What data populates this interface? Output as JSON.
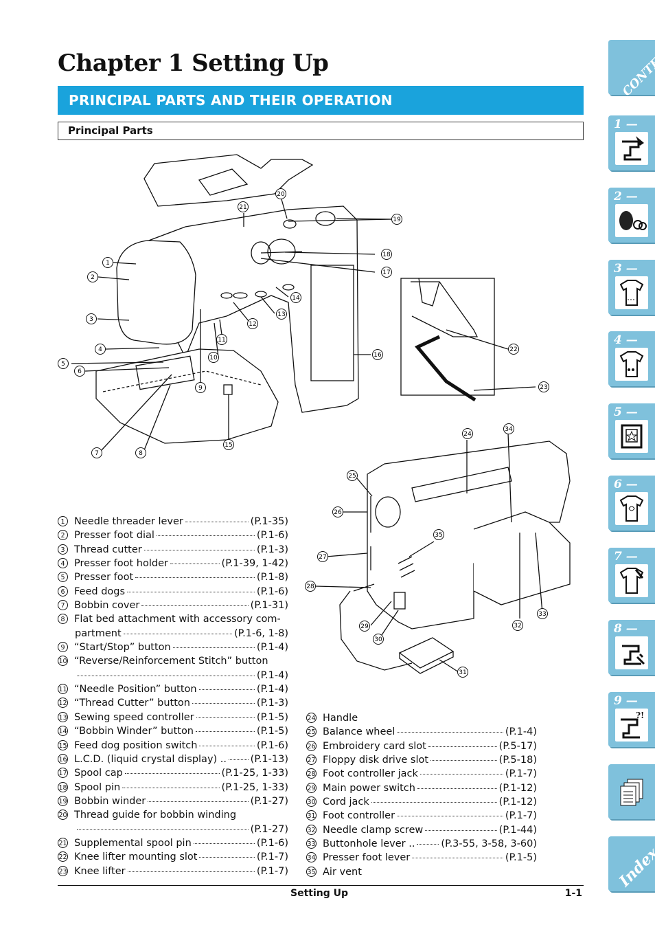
{
  "header": {
    "chapter_title": "Chapter 1  Setting Up",
    "section_title": "PRINCIPAL PARTS AND THEIR OPERATION",
    "subsection_title": "Principal Parts"
  },
  "tabs": [
    {
      "label": "CONTENTS",
      "icon": "contents-icon"
    },
    {
      "label": "1 —",
      "icon": "machine-setup-icon"
    },
    {
      "label": "2 —",
      "icon": "thread-spools-icon"
    },
    {
      "label": "3 —",
      "icon": "tshirt-stitch-icon"
    },
    {
      "label": "4 —",
      "icon": "tshirt-abc-icon"
    },
    {
      "label": "5 —",
      "icon": "embroidery-frame-icon"
    },
    {
      "label": "6 —",
      "icon": "tshirt-embroidery-icon"
    },
    {
      "label": "7 —",
      "icon": "tshirt-edit-icon"
    },
    {
      "label": "8 —",
      "icon": "machine-maintenance-icon"
    },
    {
      "label": "9 —",
      "icon": "machine-troubleshoot-icon"
    },
    {
      "label": "",
      "icon": "documents-icon"
    },
    {
      "label": "Index",
      "icon": "index-icon"
    }
  ],
  "parts_left": [
    {
      "num": "1",
      "name": "Needle threader lever",
      "page": "(P.1-35)"
    },
    {
      "num": "2",
      "name": "Presser foot dial",
      "page": "(P.1-6)"
    },
    {
      "num": "3",
      "name": "Thread cutter",
      "page": "(P.1-3)"
    },
    {
      "num": "4",
      "name": "Presser foot holder",
      "page": "(P.1-39, 1-42)"
    },
    {
      "num": "5",
      "name": "Presser foot",
      "page": "(P.1-8)"
    },
    {
      "num": "6",
      "name": "Feed dogs",
      "page": "(P.1-6)"
    },
    {
      "num": "7",
      "name": "Bobbin cover",
      "page": "(P.1-31)"
    },
    {
      "num": "8",
      "name": "Flat bed attachment with accessory com-",
      "page": ""
    },
    {
      "num": "",
      "name": "partment",
      "page": "(P.1-6, 1-8)"
    },
    {
      "num": "9",
      "name": "“Start/Stop” button",
      "page": "(P.1-4)"
    },
    {
      "num": "10",
      "name": "“Reverse/Reinforcement Stitch” button",
      "page": ""
    },
    {
      "num": "",
      "name": "",
      "page": "(P.1-4)"
    },
    {
      "num": "11",
      "name": "“Needle Position” button",
      "page": "(P.1-4)"
    },
    {
      "num": "12",
      "name": "“Thread Cutter” button",
      "page": "(P.1-3)"
    },
    {
      "num": "13",
      "name": "Sewing speed controller",
      "page": "(P.1-5)"
    },
    {
      "num": "14",
      "name": "“Bobbin Winder” button",
      "page": "(P.1-5)"
    },
    {
      "num": "15",
      "name": "Feed dog position switch",
      "page": "(P.1-6)"
    },
    {
      "num": "16",
      "name": "L.C.D. (liquid crystal display) ..",
      "page": "(P.1-13)"
    },
    {
      "num": "17",
      "name": "Spool cap",
      "page": "(P.1-25, 1-33)"
    },
    {
      "num": "18",
      "name": "Spool pin",
      "page": "(P.1-25, 1-33)"
    },
    {
      "num": "19",
      "name": "Bobbin winder",
      "page": "(P.1-27)"
    },
    {
      "num": "20",
      "name": "Thread guide for bobbin winding",
      "page": ""
    },
    {
      "num": "",
      "name": "",
      "page": "(P.1-27)"
    },
    {
      "num": "21",
      "name": "Supplemental spool pin",
      "page": "(P.1-6)"
    },
    {
      "num": "22",
      "name": "Knee lifter mounting slot",
      "page": "(P.1-7)"
    },
    {
      "num": "23",
      "name": "Knee lifter",
      "page": "(P.1-7)"
    }
  ],
  "parts_right": [
    {
      "num": "24",
      "name": "Handle",
      "page": ""
    },
    {
      "num": "25",
      "name": "Balance wheel",
      "page": "(P.1-4)"
    },
    {
      "num": "26",
      "name": "Embroidery card slot",
      "page": "(P.5-17)"
    },
    {
      "num": "27",
      "name": "Floppy disk drive slot",
      "page": "(P.5-18)"
    },
    {
      "num": "28",
      "name": "Foot controller jack",
      "page": "(P.1-7)"
    },
    {
      "num": "29",
      "name": "Main power switch",
      "page": "(P.1-12)"
    },
    {
      "num": "30",
      "name": "Cord jack",
      "page": "(P.1-12)"
    },
    {
      "num": "31",
      "name": "Foot controller",
      "page": "(P.1-7)"
    },
    {
      "num": "32",
      "name": "Needle clamp screw",
      "page": "(P.1-44)"
    },
    {
      "num": "33",
      "name": "Buttonhole lever ..",
      "page": "(P.3-55, 3-58, 3-60)"
    },
    {
      "num": "34",
      "name": "Presser foot lever",
      "page": "(P.1-5)"
    },
    {
      "num": "35",
      "name": "Air vent",
      "page": ""
    }
  ],
  "callouts": [
    "1",
    "2",
    "3",
    "4",
    "5",
    "6",
    "7",
    "8",
    "9",
    "10",
    "11",
    "12",
    "13",
    "14",
    "15",
    "16",
    "17",
    "18",
    "19",
    "20",
    "21",
    "22",
    "23",
    "24",
    "25",
    "26",
    "27",
    "28",
    "29",
    "30",
    "31",
    "32",
    "33",
    "34",
    "35"
  ],
  "footer": {
    "section": "Setting Up",
    "page": "1-1"
  },
  "colors": {
    "banner": "#1aa3dc",
    "tab": "#7fc1dc"
  }
}
